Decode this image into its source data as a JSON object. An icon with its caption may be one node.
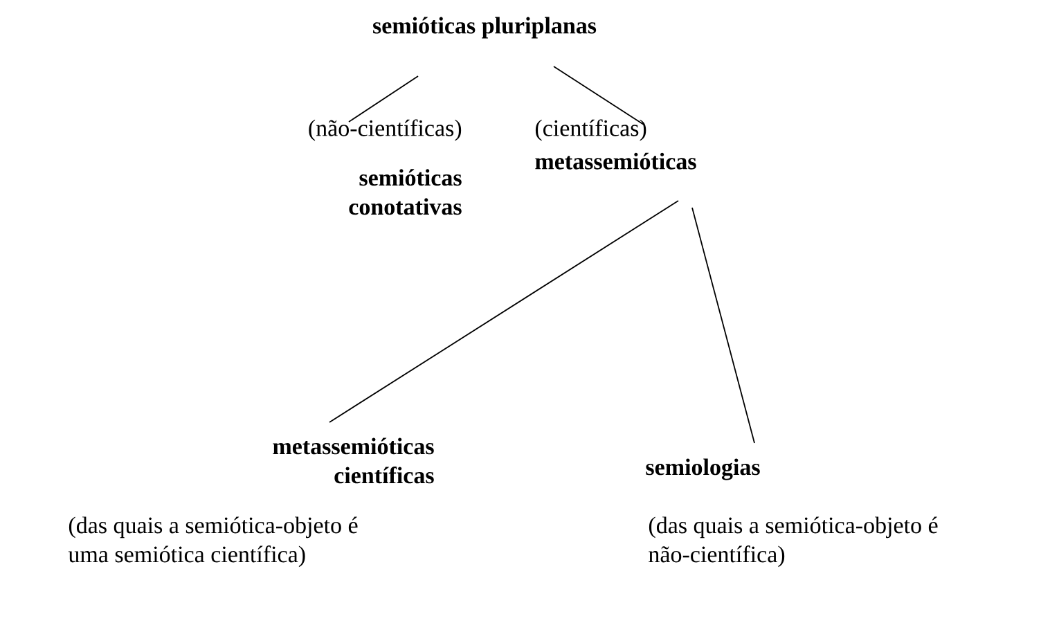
{
  "diagram": {
    "nodes": [
      {
        "text": [
          "semióticas pluriplanas"
        ]
      },
      {
        "text": [
          "(não-científicas)",
          "semióticas conotativas"
        ]
      },
      {
        "text": [
          "(científicas)",
          "metassemióticas"
        ]
      },
      {
        "text": [
          "metassemióticas científicas"
        ],
        "beside": [
          "(das quais a semiótica-objeto é uma semiótica científica)"
        ]
      },
      {
        "text": [
          "semiologias"
        ],
        "beside": [
          "(das quais a semiótica-objeto é não-científica)"
        ]
      }
    ],
    "edges": [
      {
        "from": 0,
        "to": 1,
        "arrow": "none"
      },
      {
        "from": 0,
        "to": 2,
        "arrow": "none"
      },
      {
        "from": 2,
        "to": 3,
        "arrow": "none"
      },
      {
        "from": 2,
        "to": 4,
        "arrow": "none"
      }
    ]
  }
}
